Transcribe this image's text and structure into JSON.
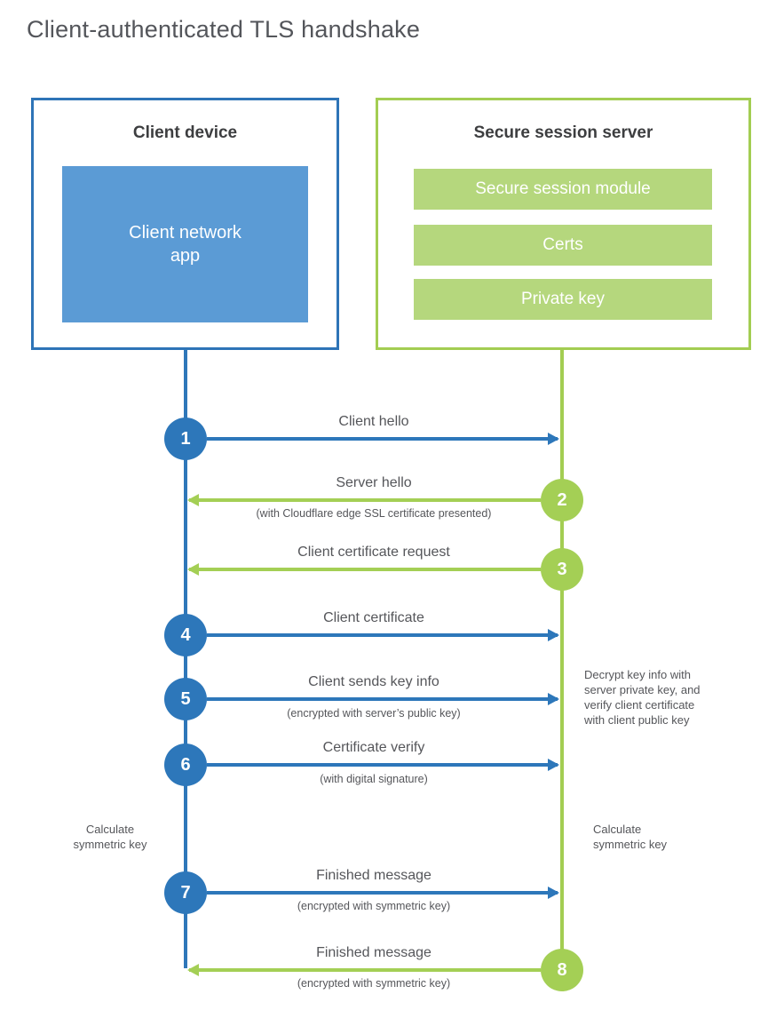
{
  "title": "Client-authenticated TLS handshake",
  "colors": {
    "blue_accent": "#2d77ba",
    "blue_border": "#2e74b7",
    "blue_fill": "#5b9bd5",
    "green_accent": "#a4cf55",
    "green_fill": "#b5d77d",
    "text_gray": "#55565a",
    "heading_gray": "#3d3e40"
  },
  "client_box": {
    "title": "Client device",
    "app_label": "Client network\napp"
  },
  "server_box": {
    "title": "Secure session server",
    "modules": [
      "Secure session module",
      "Certs",
      "Private key"
    ]
  },
  "steps": [
    {
      "num": "1",
      "actor": "client",
      "direction": "right",
      "label": "Client hello",
      "sublabel": ""
    },
    {
      "num": "2",
      "actor": "server",
      "direction": "left",
      "label": "Server hello",
      "sublabel": "(with Cloudflare edge SSL certificate presented)"
    },
    {
      "num": "3",
      "actor": "server",
      "direction": "left",
      "label": "Client certificate request",
      "sublabel": ""
    },
    {
      "num": "4",
      "actor": "client",
      "direction": "right",
      "label": "Client certificate",
      "sublabel": ""
    },
    {
      "num": "5",
      "actor": "client",
      "direction": "right",
      "label": "Client sends key info",
      "sublabel": "(encrypted with server’s public key)"
    },
    {
      "num": "6",
      "actor": "client",
      "direction": "right",
      "label": "Certificate verify",
      "sublabel": "(with digital signature)"
    },
    {
      "num": "7",
      "actor": "client",
      "direction": "right",
      "label": "Finished message",
      "sublabel": "(encrypted with symmetric key)"
    },
    {
      "num": "8",
      "actor": "server",
      "direction": "left",
      "label": "Finished message",
      "sublabel": "(encrypted with symmetric key)"
    }
  ],
  "annotations": {
    "decrypt_note": "Decrypt key info with\nserver private key, and\nverify client certificate\nwith client public key",
    "calc_left": "Calculate\nsymmetric key",
    "calc_right": "Calculate\nsymmetric key"
  }
}
